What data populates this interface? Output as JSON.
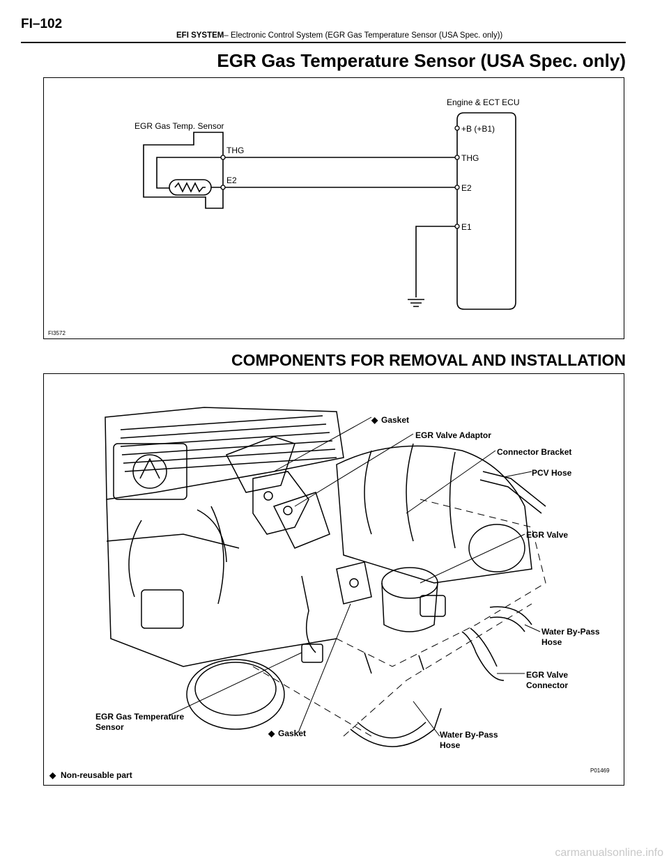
{
  "header": {
    "page_number": "FI–102",
    "breadcrumb_section": "EFI SYSTEM",
    "breadcrumb_dash": "– ",
    "breadcrumb_text": "Electronic Control System (EGR Gas Temperature Sensor (USA Spec. only))"
  },
  "section1": {
    "title": "EGR Gas Temperature Sensor (USA Spec. only)",
    "figure_code": "FI3572",
    "sensor_label": "EGR Gas Temp. Sensor",
    "sensor_pins": [
      "THG",
      "E2"
    ],
    "ecu_label": "Engine & ECT ECU",
    "ecu_pins": [
      "+B (+B1)",
      "THG",
      "E2",
      "E1"
    ]
  },
  "section2": {
    "title": "COMPONENTS FOR REMOVAL AND INSTALLATION",
    "figure_code": "P01469",
    "labels": {
      "gasket_top": "Gasket",
      "egr_valve_adaptor": "EGR Valve Adaptor",
      "connector_bracket": "Connector Bracket",
      "pcv_hose": "PCV Hose",
      "egr_valve": "EGR Valve",
      "water_bypass_hose_right_1": "Water By-Pass",
      "water_bypass_hose_right_2": "Hose",
      "egr_valve_connector_1": "EGR Valve",
      "egr_valve_connector_2": "Connector",
      "egr_gas_temp_sensor_1": "EGR Gas Temperature",
      "egr_gas_temp_sensor_2": "Sensor",
      "gasket_bottom": "Gasket",
      "water_bypass_hose_bottom_1": "Water By-Pass",
      "water_bypass_hose_bottom_2": "Hose"
    },
    "legend": "Non-reusable part"
  },
  "footer": {
    "watermark": "carmanualsonline.info"
  }
}
